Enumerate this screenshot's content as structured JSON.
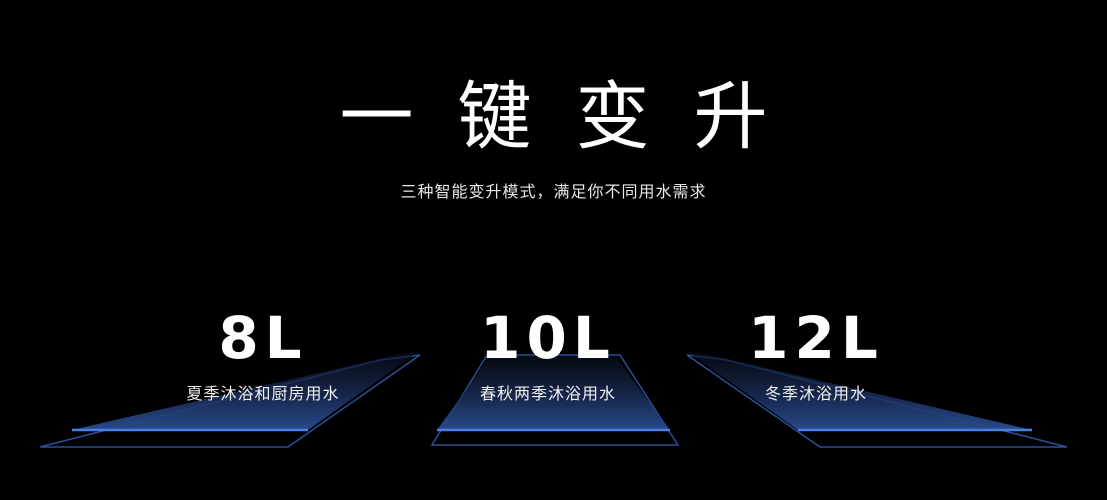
{
  "header": {
    "title": "一键变升",
    "subtitle": "三种智能变升模式，满足你不同用水需求"
  },
  "modes": [
    {
      "capacity": "8L",
      "usage": "夏季沐浴和厨房用水"
    },
    {
      "capacity": "10L",
      "usage": "春秋两季沐浴用水"
    },
    {
      "capacity": "12L",
      "usage": "冬季沐浴用水"
    }
  ],
  "colors": {
    "background": "#000000",
    "platform_edge": "#3f6fd0",
    "platform_fill": "#23417f"
  }
}
